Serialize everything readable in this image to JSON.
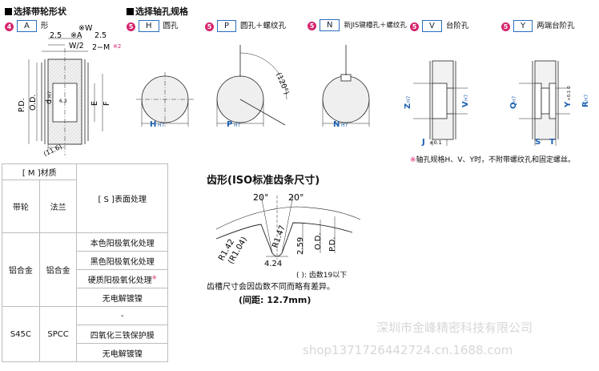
{
  "shape_select": {
    "title": "选择带轮形状",
    "num": "4",
    "code": "A",
    "suffix": "形"
  },
  "bore_select": {
    "title": "选择轴孔规格"
  },
  "bore_options": [
    {
      "num": "5",
      "code": "H",
      "label": "圆孔"
    },
    {
      "num": "5",
      "code": "P",
      "label": "圆孔＋螺纹孔"
    },
    {
      "num": "5",
      "code": "N",
      "label": "新JIS键槽孔＋螺纹孔"
    },
    {
      "num": "5",
      "code": "V",
      "label": "台阶孔"
    },
    {
      "num": "5",
      "code": "Y",
      "label": "两端台阶孔"
    }
  ],
  "drawing_a": {
    "dim_w": "※W",
    "dim_w2": "W/2",
    "dim_a": "※A",
    "dim_25_left": "2.5",
    "dim_25_right": "2.5",
    "dim_m": "2−M",
    "note_mark": "※2",
    "dim_pd": "P.D.",
    "dim_od": "O.D.",
    "dim_d": "d",
    "dim_d_sub": "H7",
    "dim_e": "E",
    "dim_f": "F",
    "dim_116": "(11.6)",
    "flat_note": "6.3"
  },
  "bore_dims": {
    "h": "H",
    "h_sub": "H7",
    "p": "P",
    "p_sub": "H7",
    "angle": "(120°)",
    "n": "N",
    "n_sub": "H7",
    "z": "Z",
    "z_sub": "H7",
    "v": "V",
    "v_sub": "H7",
    "j": "J",
    "j_tol": "±0.1",
    "q": "Q",
    "q_sub": "H7",
    "y": "Y",
    "y_tol": "+0.1 0",
    "r": "R",
    "r_sub": "H7",
    "s": "S",
    "t": "T"
  },
  "bore_note": "轴孔规格H、V、Y时，不附带螺纹孔和固定螺丝。",
  "material_table": {
    "header_main": "[ M ]材质",
    "header_pulley": "带轮",
    "header_flange": "法兰",
    "header_surface": "[ S ]表面处理",
    "groups": [
      {
        "pulley": "铝合金",
        "flange": "铝合金",
        "treatments": [
          "本色阳极氧化处理",
          "黑色阳极氧化处理",
          "硬质阳极氧化处理",
          "无电解镀镍"
        ],
        "star_index": 2
      },
      {
        "pulley": "S45C",
        "flange": "SPCC",
        "treatments": [
          "-",
          "四氧化三铁保护膜",
          "无电解镀镍"
        ]
      }
    ]
  },
  "tooth": {
    "title": "齿形(ISO标准齿条尺寸)",
    "angle1": "20°",
    "angle2": "20°",
    "r142": "R1.42",
    "r104": "(R1.04)",
    "r147": "R1.47",
    "h259": "2.59",
    "od": "O.D.",
    "pd": "P.D.",
    "w424": "4.24",
    "note1": "(   ): 齿数19以下",
    "note2": "齿槽尺寸会因齿数不同而略有差异。",
    "pitch": "(间距: 12.7mm)"
  },
  "watermark": {
    "company": "深圳市金峰精密科技有限公司",
    "site": "shop1371726442724.cn.1688.com"
  },
  "colors": {
    "accent": "#d6246e",
    "box_border": "#2a6fc0",
    "grid": "#bdbdbd"
  }
}
